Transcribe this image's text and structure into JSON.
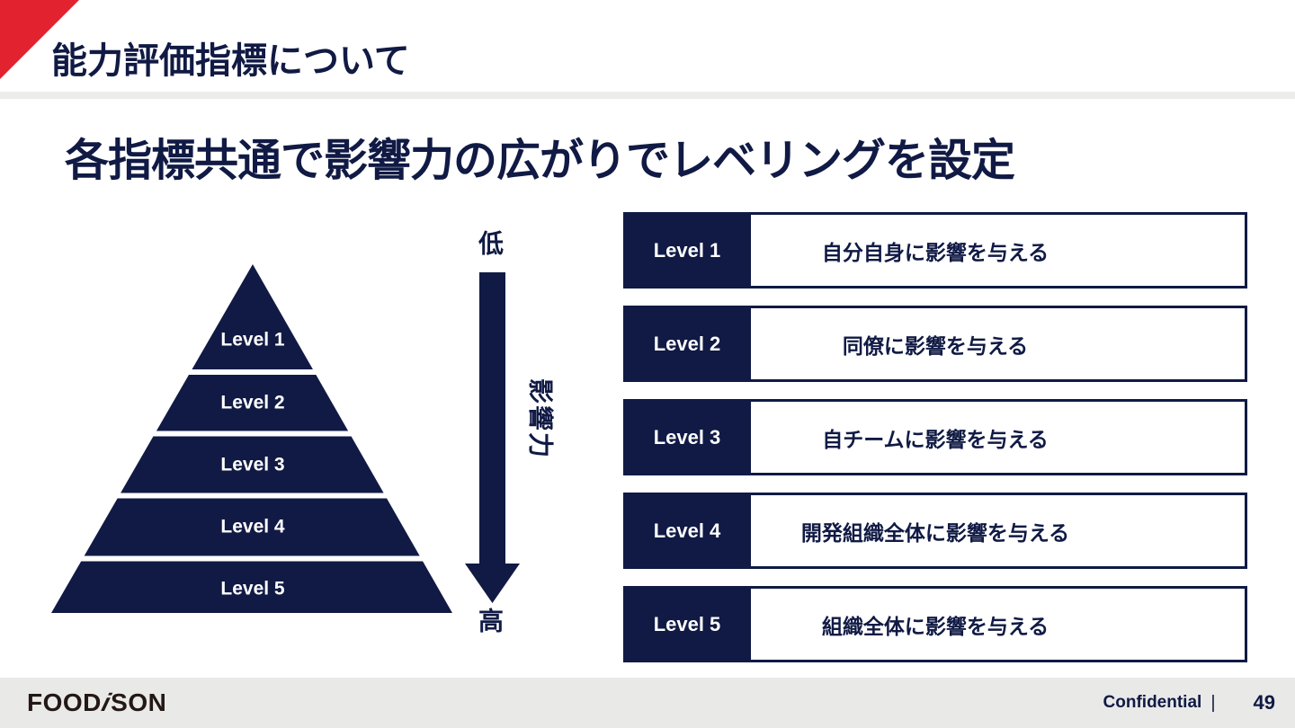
{
  "header": {
    "title": "能力評価指標について"
  },
  "main": {
    "heading": "各指標共通で影響力の広がりでレベリングを設定"
  },
  "levels": [
    {
      "label": "Level 1",
      "description": "自分自身に影響を与える"
    },
    {
      "label": "Level 2",
      "description": "同僚に影響を与える"
    },
    {
      "label": "Level 3",
      "description": "自チームに影響を与える"
    },
    {
      "label": "Level 4",
      "description": "開発組織全体に影響を与える"
    },
    {
      "label": "Level 5",
      "description": "組織全体に影響を与える"
    }
  ],
  "arrow": {
    "top_label": "低",
    "bottom_label": "高",
    "axis_label": "影響力"
  },
  "footer": {
    "logo_prefix": "FOOD",
    "logo_i": "i",
    "logo_suffix": "SON",
    "confidential_label": "Confidential",
    "separator": "|",
    "page_number": "49"
  },
  "colors": {
    "navy": "#101a44",
    "red": "#e2232f",
    "footer_bg": "#e9e9e8",
    "divider_gray": "#ececea",
    "logo_brown": "#231815"
  }
}
